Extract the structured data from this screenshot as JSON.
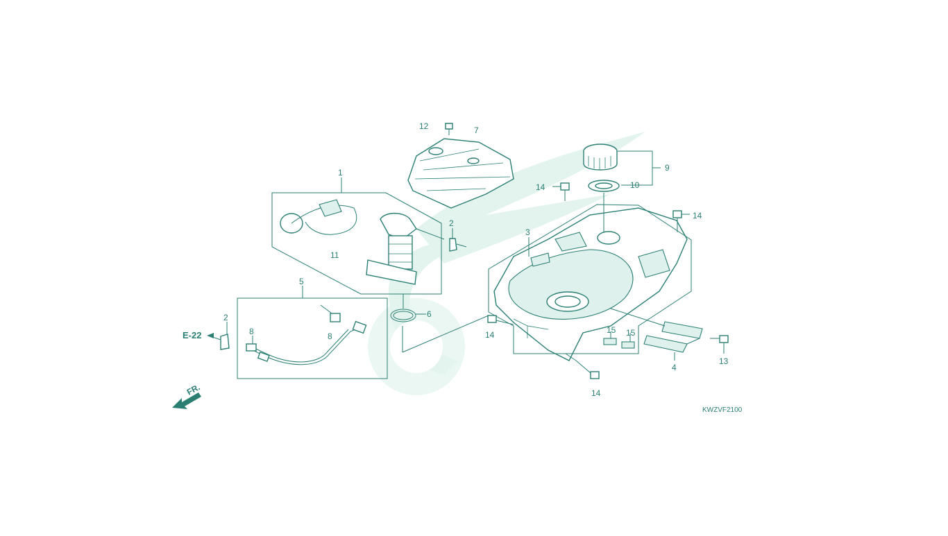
{
  "diagram": {
    "code": "KWZVF2100",
    "ref_page": "E-22",
    "front_marker": "FR.",
    "callouts": {
      "c1": "1",
      "c2a": "2",
      "c2b": "2",
      "c3": "3",
      "c4": "4",
      "c5": "5",
      "c6": "6",
      "c7": "7",
      "c8a": "8",
      "c8b": "8",
      "c9": "9",
      "c10": "10",
      "c11": "11",
      "c12": "12",
      "c13": "13",
      "c14a": "14",
      "c14b": "14",
      "c14c": "14",
      "c14d": "14",
      "c15a": "15",
      "c15b": "15"
    },
    "colors": {
      "line": "#2a7f72",
      "watermark": "#e3f3ee"
    }
  }
}
